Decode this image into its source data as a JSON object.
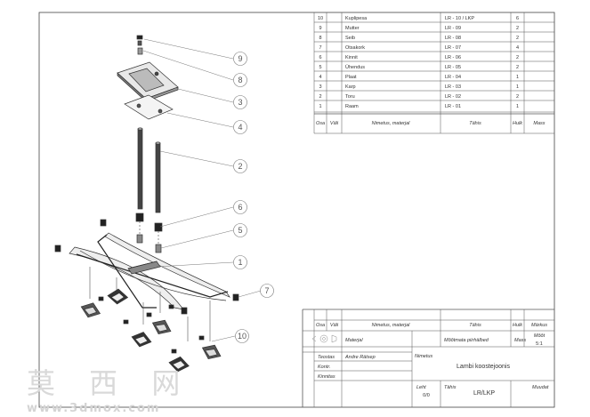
{
  "parts_list": {
    "headers": {
      "pos": "Osa",
      "qty": "Väli",
      "name": "Nimetus, materjal",
      "drawing": "Tähis",
      "count": "Hulk",
      "mass": "Mass"
    },
    "rows": [
      {
        "pos": "10",
        "name": "Kuplipesa",
        "code": "LR - 10 / LKP",
        "qty": "6"
      },
      {
        "pos": "9",
        "name": "Mutter",
        "code": "LR - 09",
        "qty": "2"
      },
      {
        "pos": "8",
        "name": "Seib",
        "code": "LR - 08",
        "qty": "2"
      },
      {
        "pos": "7",
        "name": "Otsakork",
        "code": "LR - 07",
        "qty": "4"
      },
      {
        "pos": "6",
        "name": "Kinnit",
        "code": "LR - 06",
        "qty": "2"
      },
      {
        "pos": "5",
        "name": "Ühendus",
        "code": "LR - 05",
        "qty": "2"
      },
      {
        "pos": "4",
        "name": "Plaat",
        "code": "LR - 04",
        "qty": "1"
      },
      {
        "pos": "3",
        "name": "Karp",
        "code": "LR - 03",
        "qty": "1"
      },
      {
        "pos": "2",
        "name": "Toru",
        "code": "LR - 02",
        "qty": "2"
      },
      {
        "pos": "1",
        "name": "Raam",
        "code": "LR - 01",
        "qty": "1"
      }
    ]
  },
  "title_block": {
    "headers": {
      "pos": "Osa",
      "qty": "Väli",
      "name": "Nimetus, materjal",
      "drawing": "Tähis",
      "count": "Hulk",
      "note": "Märkus"
    },
    "material_label": "Materjal",
    "tolerance_label": "Mõõtmata piirhälbed",
    "mass_label": "Mass",
    "scale_label": "Mõõt",
    "scale_value": "5:1",
    "drawn_label": "Teostas",
    "drawn_by": "Andre Rätsep",
    "checked_label": "Kontr.",
    "approved_label": "Kinnitas",
    "name_label": "Nimetus",
    "drawing_name": "Lambi koostejoonis",
    "sheet_label": "Leht",
    "sheet_value": "0/0",
    "code_label": "Tähis",
    "drawing_code": "LR/LKP",
    "note_label": "Muudat"
  },
  "balloons": [
    "9",
    "8",
    "3",
    "4",
    "2",
    "6",
    "5",
    "1",
    "7",
    "10"
  ],
  "watermark": {
    "chars": "莫 西 网",
    "url": "www.3dmox.com"
  }
}
